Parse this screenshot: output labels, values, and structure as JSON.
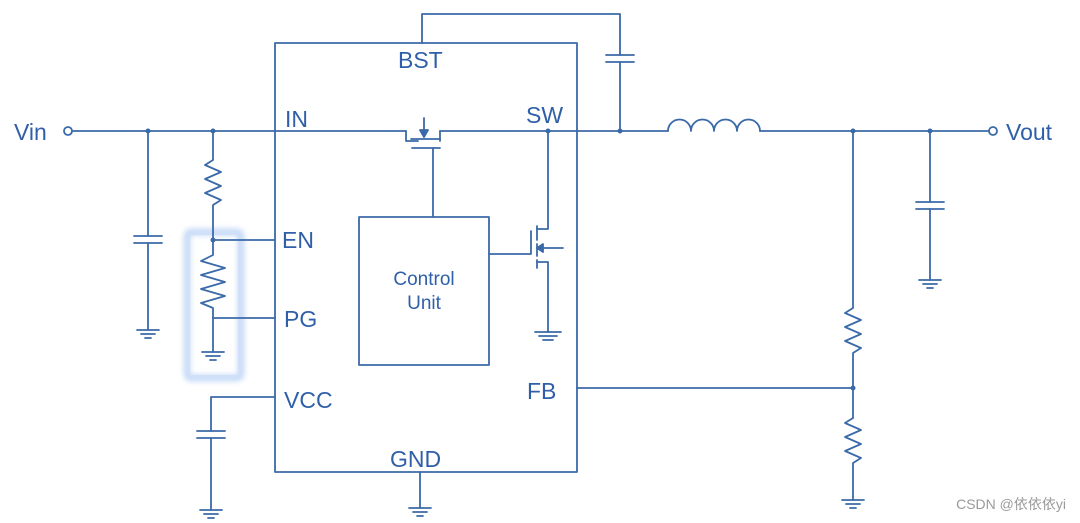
{
  "colors": {
    "wire": "#3b6aa8",
    "text": "#2f5fa8",
    "glow": "#bcd4f5",
    "watermark": "#9a9a9a"
  },
  "labels": {
    "vin": "Vin",
    "vout": "Vout",
    "bst": "BST",
    "in": "IN",
    "sw": "SW",
    "en": "EN",
    "pg": "PG",
    "vcc": "VCC",
    "fb": "FB",
    "gnd": "GND",
    "control_line1": "Control",
    "control_line2": "Unit"
  },
  "watermark": "CSDN @依依依yi"
}
